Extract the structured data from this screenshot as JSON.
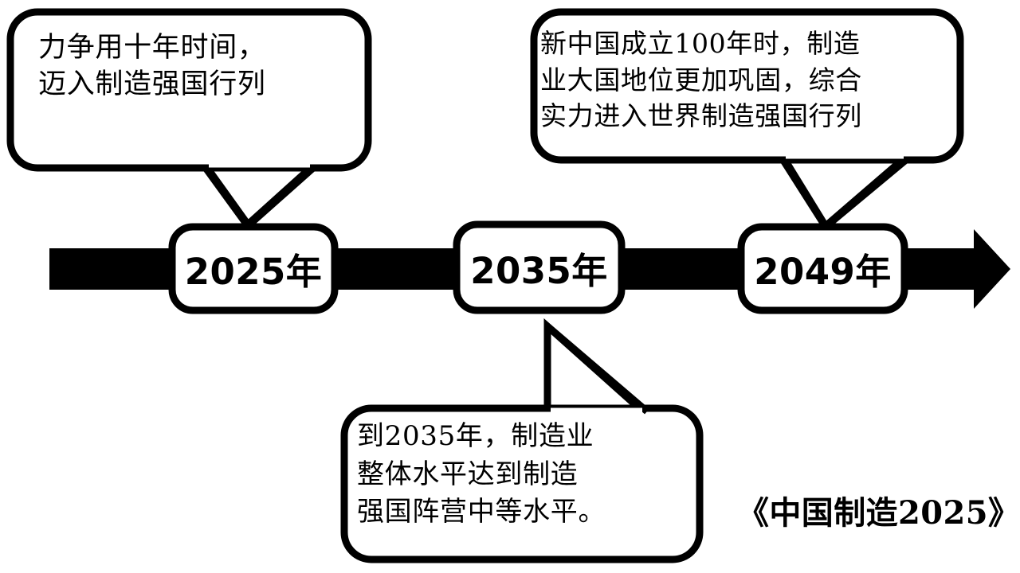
{
  "figure": {
    "kind": "timeline-diagram",
    "background_color": "#ffffff",
    "stroke_color": "#000000",
    "bar_color": "#000000",
    "node_fill_color": "#ffffff"
  },
  "timeline": {
    "arrow_direction": "right",
    "nodes": [
      {
        "label": "2025年",
        "year": "2025"
      },
      {
        "label": "2035年",
        "year": "2035"
      },
      {
        "label": "2049年",
        "year": "2049"
      }
    ]
  },
  "callouts": [
    {
      "id": "callout-2025",
      "points_to": "2025年",
      "position": "above-left",
      "lines": [
        "力争用十年时间，",
        "迈入制造强国行列"
      ],
      "text": "力争用十年时间，迈入制造强国行列"
    },
    {
      "id": "callout-2049",
      "points_to": "2049年",
      "position": "above-right",
      "lines": [
        "新中国成立100年时，制造",
        "业大国地位更加巩固，综合",
        "实力进入世界制造强国行列"
      ],
      "text": "新中国成立100年时，制造业大国地位更加巩固，综合实力进入世界制造强国行列"
    },
    {
      "id": "callout-2035",
      "points_to": "2035年",
      "position": "below-center",
      "lines": [
        "到2035年，制造业",
        "整体水平达到制造",
        "强国阵营中等水平。"
      ],
      "text": "到2035年，制造业整体水平达到制造强国阵营中等水平。"
    }
  ],
  "caption": {
    "text": "《中国制造2025》"
  }
}
